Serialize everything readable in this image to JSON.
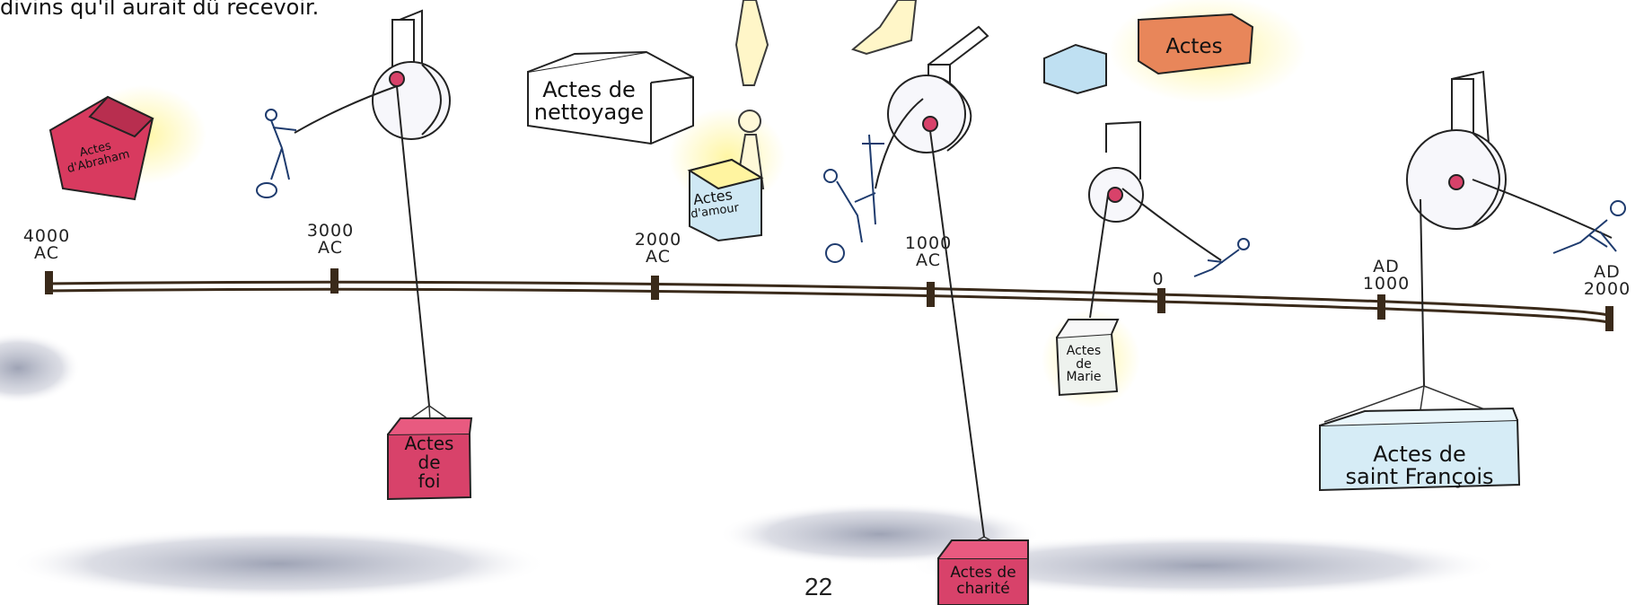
{
  "intro_text": "divins qu'il aurait dû recevoir.",
  "page_number": "22",
  "timeline": {
    "marks": [
      {
        "line1": "4000",
        "line2": "AC"
      },
      {
        "line1": "3000",
        "line2": "AC"
      },
      {
        "line1": "2000",
        "line2": "AC"
      },
      {
        "line1": "1000",
        "line2": "AC"
      },
      {
        "line1": "0",
        "line2": ""
      },
      {
        "line1": "AD",
        "line2": "1000"
      },
      {
        "line1": "AD",
        "line2": "2000"
      }
    ]
  },
  "boxes": {
    "abraham": {
      "line1": "Actes",
      "line2": "d'Abraham",
      "color": "#d83a5f"
    },
    "nettoyage": {
      "line1": "Actes de",
      "line2": "nettoyage",
      "color": "#ffffff"
    },
    "amour": {
      "line1": "Actes",
      "line2": "d'amour",
      "color": "#cfe8f4"
    },
    "actes": {
      "line1": "Actes",
      "color": "#e8865a"
    },
    "foi": {
      "line1": "Actes",
      "line2": "de",
      "line3": "foi",
      "color": "#d8426a"
    },
    "marie": {
      "line1": "Actes",
      "line2": "de",
      "line3": "Marie",
      "color": "#eef2ee"
    },
    "charite": {
      "line1": "Actes de",
      "line2": "charité",
      "color": "#d8426a"
    },
    "francois": {
      "line1": "Actes de",
      "line2": "saint François",
      "color": "#d6ecf6"
    }
  }
}
